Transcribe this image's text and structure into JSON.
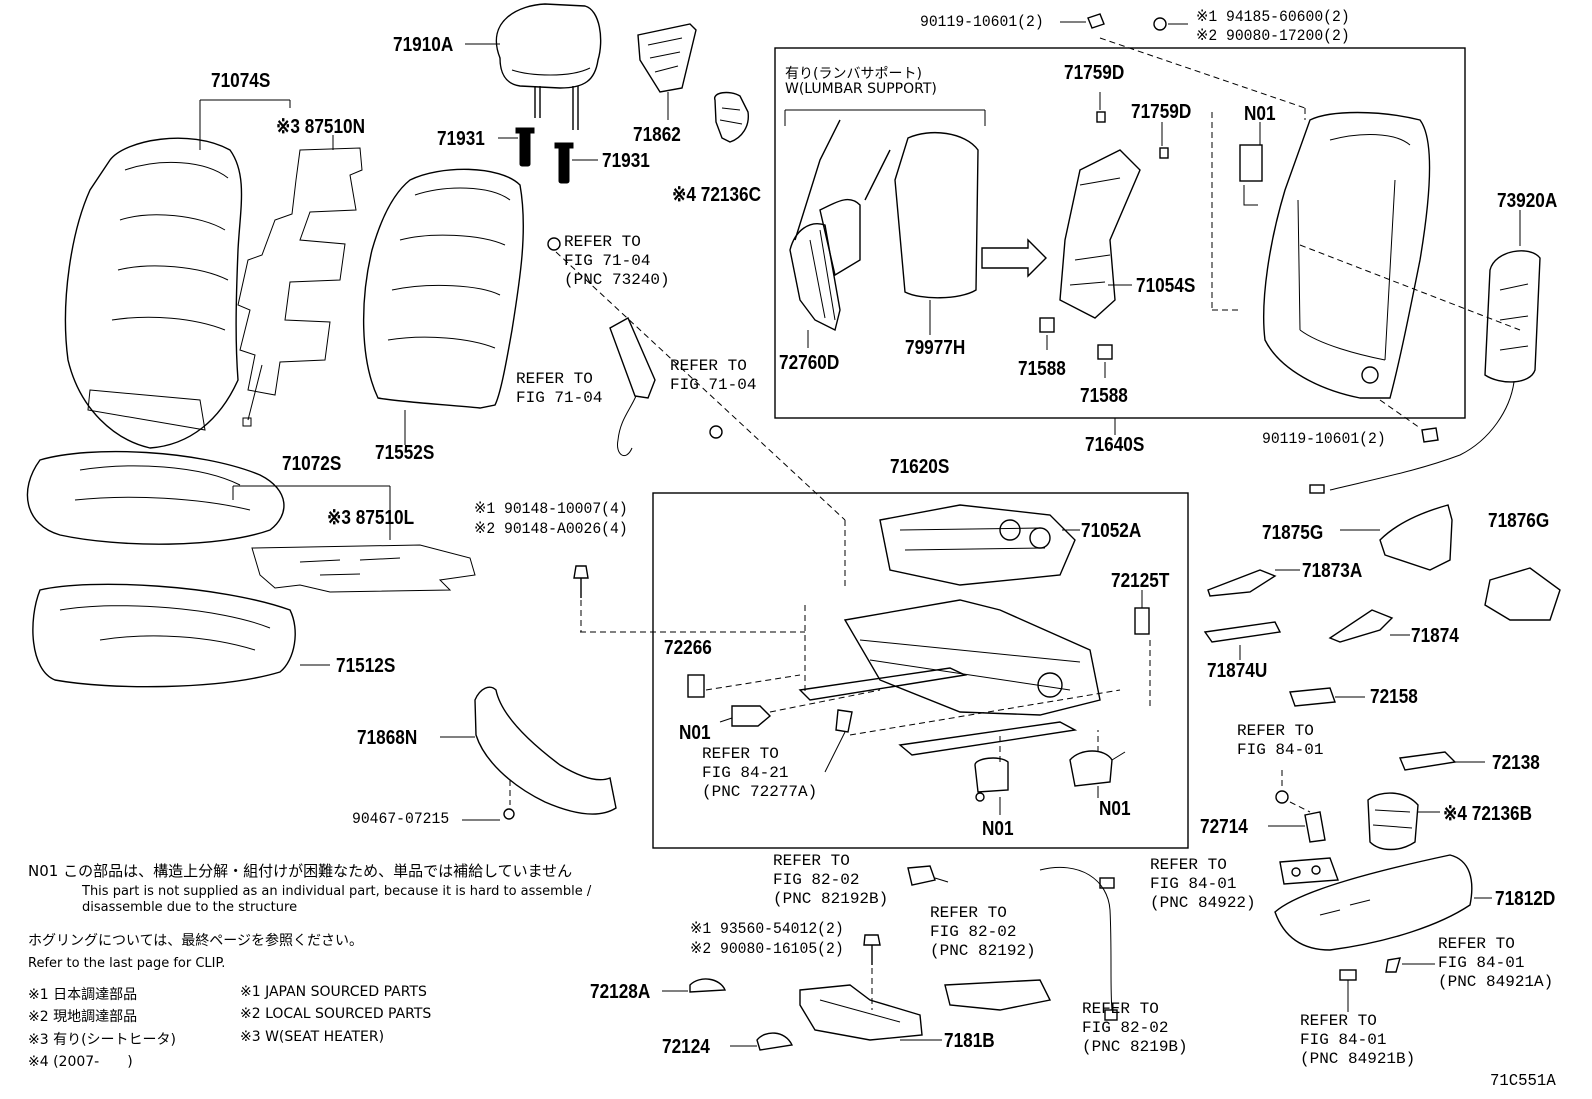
{
  "labels": {
    "p71910A": "71910A",
    "p71074S": "71074S",
    "p87510N": "※3 87510N",
    "p71931a": "71931",
    "p71931b": "71931",
    "p71862": "71862",
    "p72136C": "※4 72136C",
    "p71552S": "71552S",
    "p71072S": "71072S",
    "p87510L": "※3 87510L",
    "p71512S": "71512S",
    "p71868N": "71868N",
    "p71759Da": "71759D",
    "p71759Db": "71759D",
    "pN01a": "N01",
    "p73920A": "73920A",
    "p71054S": "71054S",
    "p72760D": "72760D",
    "p79977H": "79977H",
    "p71588a": "71588",
    "p71588b": "71588",
    "p71640S": "71640S",
    "p71620S": "71620S",
    "p71052A": "71052A",
    "p72125T": "72125T",
    "p72266": "72266",
    "pN01b": "N01",
    "pN01c": "N01",
    "pN01d": "N01",
    "p71875G": "71875G",
    "p71876G": "71876G",
    "p71873A": "71873A",
    "p71874": "71874",
    "p71874U": "71874U",
    "p72158": "72158",
    "p72138": "72138",
    "p72136B": "※4 72136B",
    "p72714": "72714",
    "p71812D": "71812D",
    "p72128A": "72128A",
    "p72124": "72124",
    "p7181B": "7181B",
    "figure_code": "71C551A"
  },
  "small_labels": {
    "bolt_top": "90119-10601(2)",
    "nut_top_1": "※1 94185-60600(2)",
    "nut_top_2": "※2 90080-17200(2)",
    "bolt_right": "90119-10601(2)",
    "screw_mid_1": "※1 90148-10007(4)",
    "screw_mid_2": "※2 90148-A0026(4)",
    "clip_bottom": "90467-07215",
    "bolt_bottom_1": "※1 93560-54012(2)",
    "bolt_bottom_2": "※2 90080-16105(2)"
  },
  "lumbar": {
    "jp": "有り(ランバサポート)",
    "en": "W(LUMBAR SUPPORT)"
  },
  "refs": {
    "r1": "REFER TO\nFIG 71-04\n(PNC 73240)",
    "r2": "REFER TO\nFIG 71-04",
    "r3": "REFER TO\nFIG 71-04",
    "r4": "REFER TO\nFIG 84-21\n(PNC 72277A)",
    "r5": "REFER TO\nFIG 84-01",
    "r6": "REFER TO\nFIG 82-02\n(PNC 82192B)",
    "r7": "REFER TO\nFIG 82-02\n(PNC 82192)",
    "r8": "REFER TO\nFIG 84-01\n(PNC 84922)",
    "r9": "REFER TO\nFIG 82-02\n(PNC 8219B)",
    "r10": "REFER TO\nFIG 84-01\n(PNC 84921A)",
    "r11": "REFER TO\nFIG 84-01\n(PNC 84921B)"
  },
  "notes": {
    "n01_jp": "N01 この部品は、構造上分解・組付けが困難なため、単品では補給していません",
    "n01_en1": "This part is not supplied as an individual part, because it is hard to assemble /",
    "n01_en2": "disassemble due to the structure",
    "clip_jp": "ホグリングについては、最終ページを参照ください。",
    "clip_en": "Refer to the last page for CLIP.",
    "k1_jp": "※1 日本調達部品",
    "k2_jp": "※2 現地調達部品",
    "k3_jp": "※3 有り(シートヒータ)",
    "k4_jp": "※4 (2007-　　)",
    "k1_en": "※1 JAPAN SOURCED PARTS",
    "k2_en": "※2 LOCAL SOURCED PARTS",
    "k3_en": "※3 W(SEAT HEATER)"
  }
}
